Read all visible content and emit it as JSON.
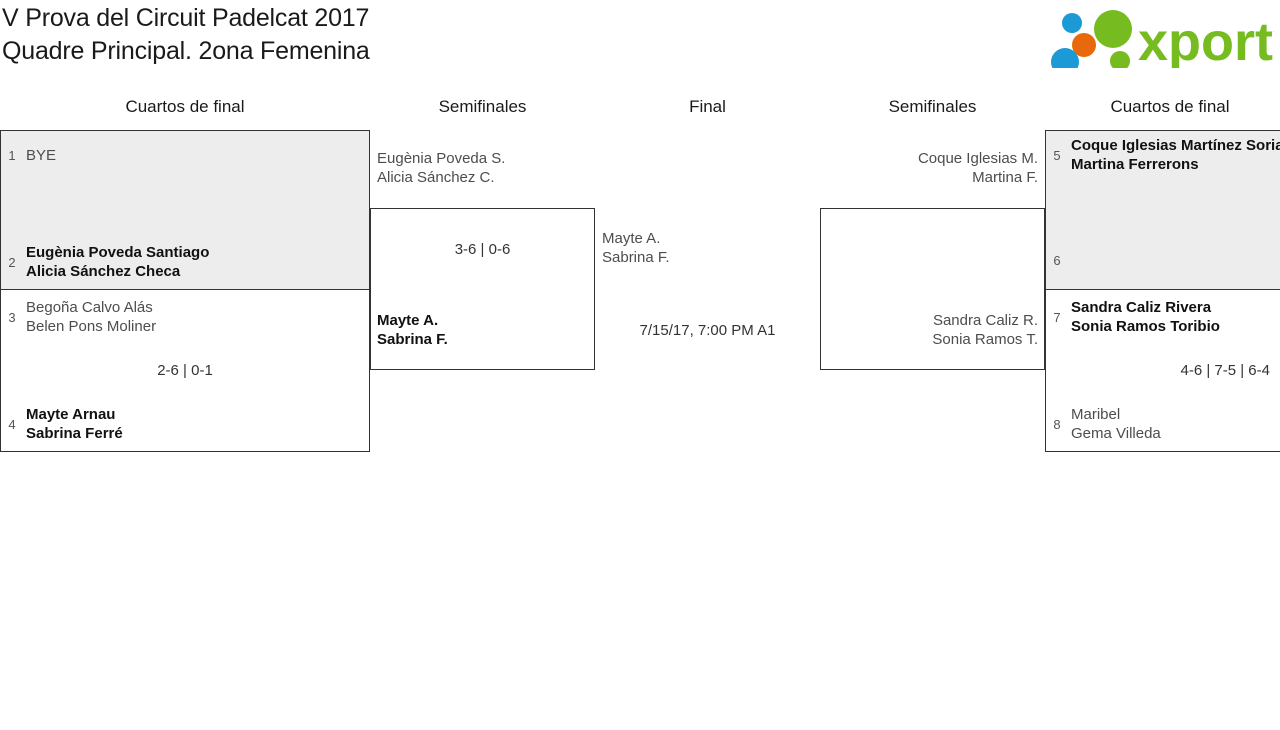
{
  "header": {
    "title_line1": "V Prova del Circuit Padelcat 2017",
    "title_line2": "Quadre Principal. 2ona Femenina",
    "logo_text": "xporty",
    "logo_colors": {
      "green": "#76bc21",
      "blue": "#1c9ad6",
      "orange": "#e8690b"
    }
  },
  "rounds": [
    {
      "label": "Cuartos de final"
    },
    {
      "label": "Semifinales"
    },
    {
      "label": "Final"
    },
    {
      "label": "Semifinales"
    },
    {
      "label": "Cuartos de final"
    }
  ],
  "left_quarterfinals": [
    {
      "top": {
        "seed": "1",
        "line1": "BYE",
        "line2": "",
        "status": "loser"
      },
      "bottom": {
        "seed": "2",
        "line1": "Eugènia Poveda Santiago",
        "line2": "Alicia Sánchez Checa",
        "status": "winner"
      },
      "score": ""
    },
    {
      "top": {
        "seed": "3",
        "line1": "Begoña Calvo Alás",
        "line2": "Belen Pons Moliner",
        "status": "loser"
      },
      "bottom": {
        "seed": "4",
        "line1": "Mayte Arnau",
        "line2": "Sabrina Ferré",
        "status": "winner"
      },
      "score": "2-6 | 0-1"
    }
  ],
  "left_semifinal": {
    "top": {
      "line1": "Eugènia Poveda S.",
      "line2": "Alicia Sánchez C.",
      "status": "loser"
    },
    "bottom": {
      "line1": "Mayte A.",
      "line2": "Sabrina F.",
      "status": "winner"
    },
    "score": "3-6 | 0-6"
  },
  "final": {
    "top": {
      "line1": "Mayte A.",
      "line2": "Sabrina F.",
      "status": "loser"
    },
    "meta": "7/15/17, 7:00 PM A1"
  },
  "right_semifinal": {
    "top": {
      "line1": "Coque Iglesias M.",
      "line2": "Martina F.",
      "status": "loser"
    },
    "bottom": {
      "line1": "Sandra Caliz R.",
      "line2": "Sonia Ramos T.",
      "status": "loser"
    },
    "score": ""
  },
  "right_quarterfinals": [
    {
      "top": {
        "seed": "5",
        "line1": "Coque Iglesias Martínez Soria",
        "line2": "Martina Ferrerons",
        "status": "winner"
      },
      "bottom": {
        "seed": "6",
        "line1": "",
        "line2": "",
        "status": "loser"
      },
      "score": ""
    },
    {
      "top": {
        "seed": "7",
        "line1": "Sandra Caliz Rivera",
        "line2": "Sonia Ramos Toribio",
        "status": "winner"
      },
      "bottom": {
        "seed": "8",
        "line1": "Maribel",
        "line2": "Gema Villeda",
        "status": "loser"
      },
      "score": "4-6 | 7-5 | 6-4"
    }
  ]
}
